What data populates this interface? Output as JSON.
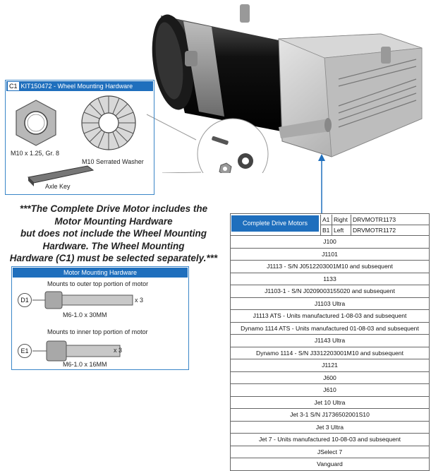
{
  "kit": {
    "code": "C1",
    "title": "KIT150472 - Wheel Mounting Hardware",
    "items": [
      "M10 x 1.25, Gr. 8",
      "M10 Serrated Washer",
      "Axle Key"
    ]
  },
  "note": {
    "lines": [
      "***The Complete Drive Motor includes the",
      "Motor Mounting Hardware",
      "but does not include the Wheel Mounting",
      "Hardware. The Wheel Mounting",
      "Hardware (C1) must be selected  separately.***"
    ]
  },
  "motor_hardware": {
    "title": "Motor Mounting Hardware",
    "items": [
      {
        "callout": "D1",
        "desc": "Mounts to outer top portion of motor",
        "spec": "M6-1.0 x 30MM",
        "qty": "x 3"
      },
      {
        "callout": "E1",
        "desc": "Mounts to inner top portion of motor",
        "spec": "M6-1.0 x 16MM",
        "qty": "x 3"
      }
    ]
  },
  "table": {
    "title": "Complete Drive Motors",
    "options": [
      {
        "code": "A1",
        "side": "Right",
        "part": "DRVMOTR1173"
      },
      {
        "code": "B1",
        "side": "Left",
        "part": "DRVMOTR1172"
      }
    ],
    "rows": [
      "J100",
      "J1101",
      "J1113 - S/N J0512203001M10 and subsequent",
      "1133",
      "J1103-1 - S/N J0209003155020 and subsequent",
      "J1103 Ultra",
      "J1113 ATS - Units manufactured 1-08-03 and subsequent",
      "Dynamo 1114 ATS - Units manufactured 01-08-03 and subsequent",
      "J1143 Ultra",
      "Dynamo 1114 - S/N J3312203001M10 and subsequent",
      "J1121",
      "J600",
      "J610",
      "Jet 10 Ultra",
      "Jet 3-1 S/N J1736502001S10",
      "Jet 3 Ultra",
      "Jet 7 - Units manufactured 10-08-03 and subsequent",
      "JSelect 7",
      "Vanguard"
    ]
  }
}
